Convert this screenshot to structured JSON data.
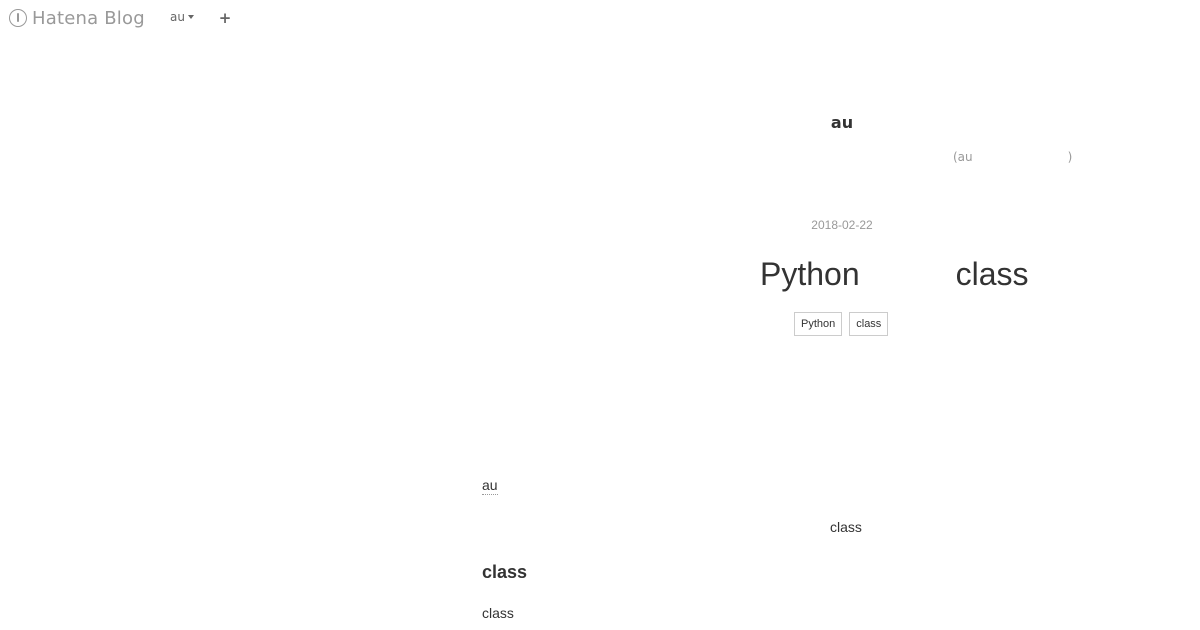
{
  "navbar": {
    "logo_text": "Hatena Blog",
    "user_name": "au",
    "add_symbol": "+"
  },
  "blog": {
    "title": "au",
    "description_open": "(au",
    "description_close": ")"
  },
  "entry": {
    "date": "2018-02-22",
    "title_part_1": "Python",
    "title_part_2": "class",
    "categories": [
      "Python",
      "class"
    ],
    "author_link": "au",
    "text_1": "class",
    "heading": "class",
    "text_2": "class"
  },
  "colors": {
    "text": "#333333",
    "muted": "#999999",
    "border": "#cccccc",
    "background": "#ffffff"
  },
  "icons": {
    "logo": "hatena-blog-logo-icon",
    "dropdown": "caret-down-icon",
    "add": "plus-icon"
  }
}
